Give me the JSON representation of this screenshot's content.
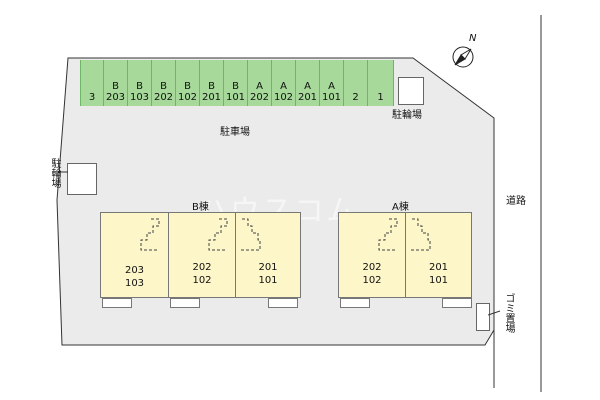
{
  "parking": {
    "label": "駐車場",
    "stalls": [
      {
        "top": "",
        "bottom": "3"
      },
      {
        "top": "B",
        "bottom": "203"
      },
      {
        "top": "B",
        "bottom": "103"
      },
      {
        "top": "B",
        "bottom": "202"
      },
      {
        "top": "B",
        "bottom": "102"
      },
      {
        "top": "B",
        "bottom": "201"
      },
      {
        "top": "B",
        "bottom": "101"
      },
      {
        "top": "A",
        "bottom": "202"
      },
      {
        "top": "A",
        "bottom": "102"
      },
      {
        "top": "A",
        "bottom": "201"
      },
      {
        "top": "A",
        "bottom": "101"
      },
      {
        "top": "",
        "bottom": "2"
      },
      {
        "top": "",
        "bottom": "1"
      }
    ]
  },
  "bike_parking": {
    "label": "駐輪場"
  },
  "road": {
    "label": "道路"
  },
  "garbage": {
    "label": "ゴミ置場"
  },
  "north": {
    "label": "N"
  },
  "buildings": {
    "b": {
      "label": "B棟",
      "units": [
        {
          "top": "203",
          "bottom": "103"
        },
        {
          "top": "202",
          "bottom": "102"
        },
        {
          "top": "201",
          "bottom": "101"
        }
      ]
    },
    "a": {
      "label": "A棟",
      "units": [
        {
          "top": "202",
          "bottom": "102"
        },
        {
          "top": "201",
          "bottom": "101"
        }
      ]
    }
  },
  "watermark": "ハウスコム",
  "colors": {
    "lot": "#ebebeb",
    "stall": "#a6d99a",
    "unit": "#fdf6c9",
    "outline": "#333333"
  }
}
